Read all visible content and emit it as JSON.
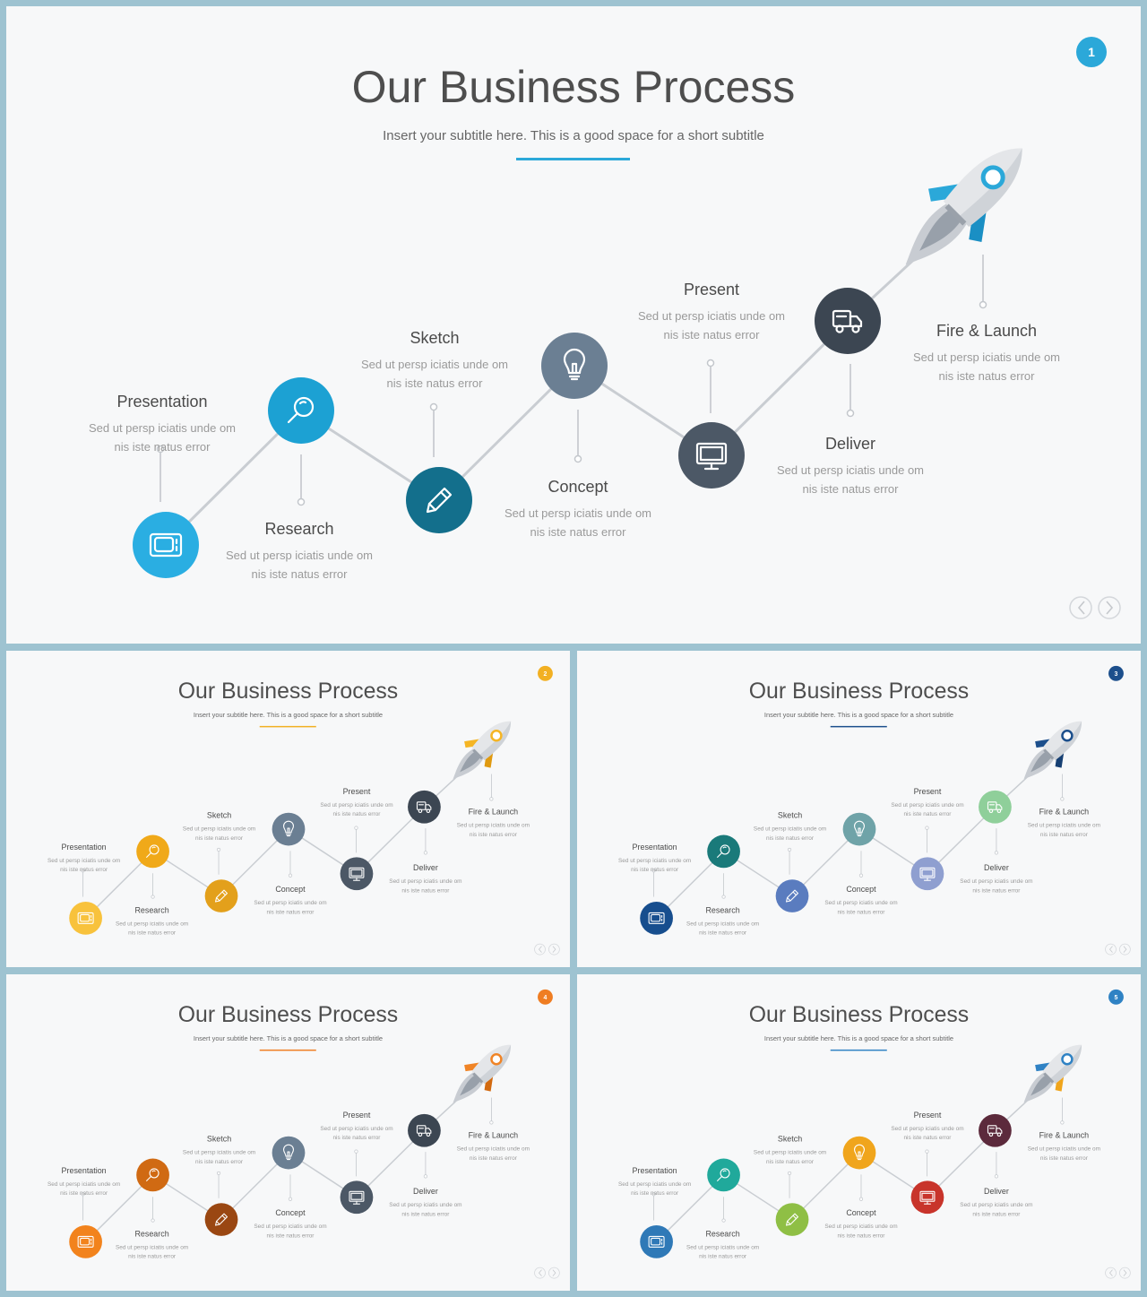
{
  "slides": [
    {
      "number": "1",
      "accent": "#2ba8d9",
      "colors": [
        "#2aaee2",
        "#1ca1d3",
        "#136f8c",
        "#6b7f93",
        "#4c5866",
        "#3c4652"
      ],
      "rocket": [
        "#2ba8d9",
        "#1a8fc4"
      ]
    },
    {
      "number": "2",
      "accent": "#f2b022",
      "colors": [
        "#f8c23c",
        "#f0a919",
        "#e3a01b",
        "#6b7f93",
        "#4c5866",
        "#3c4652"
      ],
      "rocket": [
        "#f5b524",
        "#e09a10"
      ]
    },
    {
      "number": "3",
      "accent": "#1c4f8c",
      "colors": [
        "#174e8e",
        "#1a7a7a",
        "#5a7cbf",
        "#6fa3a8",
        "#8f9fd0",
        "#8fcf9a"
      ],
      "rocket": [
        "#1c4f8c",
        "#174073"
      ]
    },
    {
      "number": "4",
      "accent": "#ef7d22",
      "colors": [
        "#f2831d",
        "#d06a13",
        "#9a4712",
        "#6b7f93",
        "#4c5866",
        "#3c4652"
      ],
      "rocket": [
        "#f08426",
        "#d26a10"
      ]
    },
    {
      "number": "5",
      "accent": "#2f82c4",
      "colors": [
        "#2f79b7",
        "#20a99b",
        "#8fbf45",
        "#f0a51c",
        "#c8342b",
        "#5c2a3c"
      ],
      "rocket": [
        "#2f82c4",
        "#f0a51c"
      ]
    }
  ],
  "content": {
    "title": "Our Business Process",
    "subtitle": "Insert your subtitle here. This is a good space for a short subtitle",
    "desc_line1": "Sed ut persp iciatis unde om",
    "desc_line2": "nis iste natus error",
    "steps": [
      {
        "label": "Presentation",
        "icon": "monitor-icon"
      },
      {
        "label": "Research",
        "icon": "search-icon"
      },
      {
        "label": "Sketch",
        "icon": "pencil-icon"
      },
      {
        "label": "Concept",
        "icon": "lightbulb-icon"
      },
      {
        "label": "Present",
        "icon": "desktop-icon"
      },
      {
        "label": "Deliver",
        "icon": "truck-icon"
      },
      {
        "label": "Fire & Launch",
        "icon": "rocket-icon"
      }
    ]
  }
}
